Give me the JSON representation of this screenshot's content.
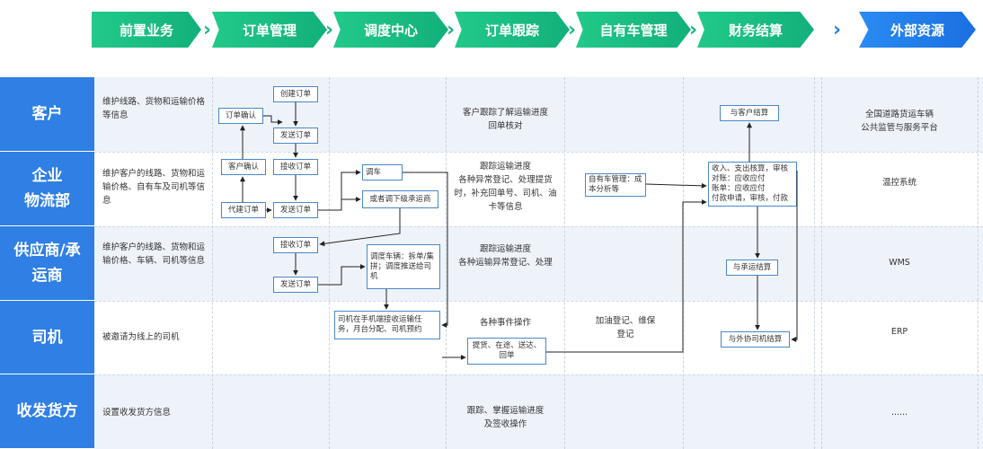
{
  "stages": [
    "前置业务",
    "订单管理",
    "调度中心",
    "订单跟踪",
    "自有车管理",
    "财务结算",
    "外部资源"
  ],
  "roles": [
    "客户",
    "企业\n物流部",
    "供应商/承\n运商",
    "司机",
    "收发货方"
  ],
  "front": {
    "customer": "维护线路、货物和运输价格等信息",
    "enterprise": "维护客户的线路、货物和运输价格、自有车及司机等信息",
    "supplier": "维护客户的线路、货物和运输价格、车辆、司机等信息",
    "driver": "被邀请为线上的司机",
    "consignee": "设置收发货方信息"
  },
  "order": {
    "create": "创建订单",
    "confirm_order": "订单确认",
    "send1": "发送订单",
    "receive1": "接收订单",
    "customer_confirm": "客户确认",
    "proxy_create": "代建订单",
    "send2": "发送订单",
    "receive2": "接收订单",
    "send3": "发送订单"
  },
  "dispatch": {
    "dispatch_car": "调车",
    "or_dispatch": "或者调下级承运商",
    "supplier_dispatch": "调度车辆：拆单/集拼；调度推送给司机",
    "driver_receive": "司机在手机端接收运输任务，月台分配、司机预约"
  },
  "tracking": {
    "customer": "客户跟踪了解运输进度\n回单核对",
    "enterprise": "跟踪运输进度\n各种异常登记、处理提货时，补充回单号、司机、油卡等信息",
    "supplier": "跟踪运输进度\n各种运输异常登记、处理",
    "driver_ops": "各种事件操作",
    "driver_box": "提货、在途、送达、回单",
    "consignee": "跟踪、掌握运输进度\n及签收操作"
  },
  "own_car": {
    "mgmt": "自有车管理：成本分析等",
    "fuel": "加油登记、维保登记"
  },
  "finance": {
    "with_customer": "与客户结算",
    "detail": "收入、支出核算，审核\n对账：应收应付\n账单：应收应付\n付款申请，审核，付款",
    "with_carrier": "与承运结算",
    "with_driver": "与外协司机结算"
  },
  "external": {
    "platform": "全国道路货运车辆\n公共监管与服务平台",
    "temp": "温控系统",
    "wms": "WMS",
    "erp": "ERP",
    "more": "......"
  }
}
